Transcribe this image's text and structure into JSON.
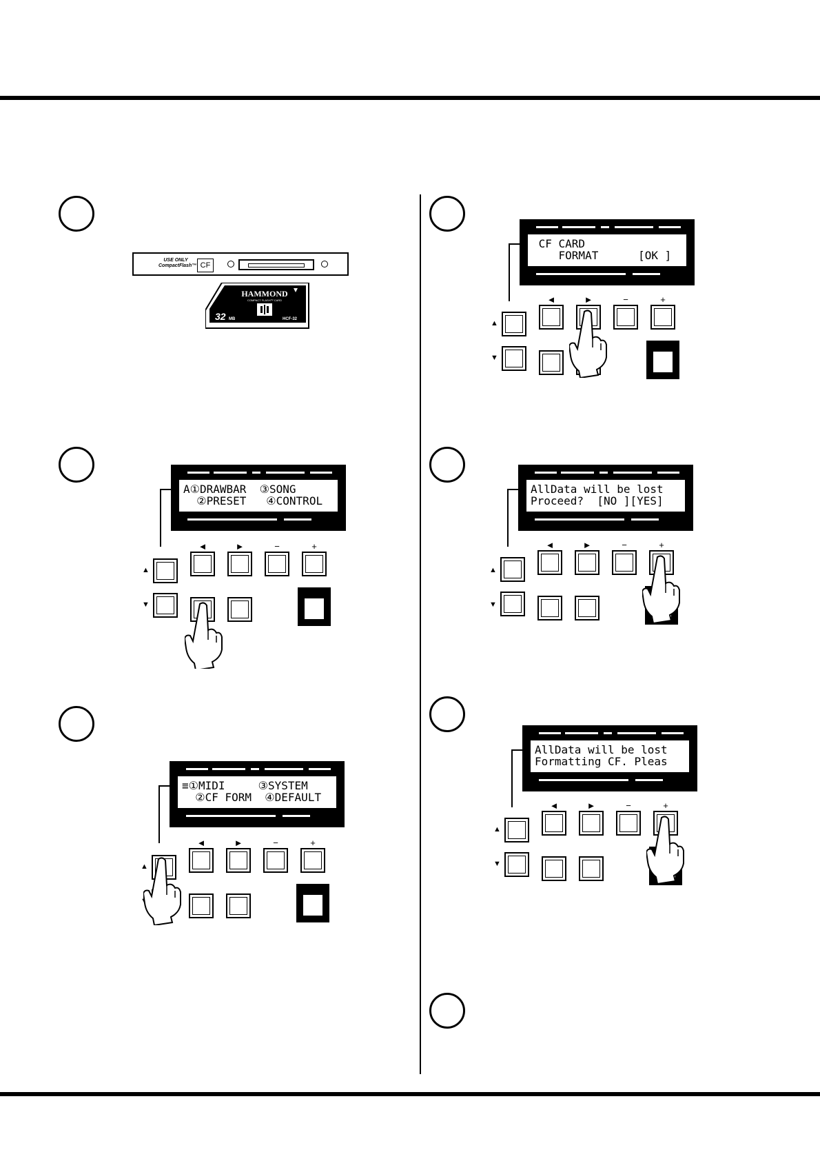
{
  "cf_slot": {
    "use_only_line1": "USE ONLY",
    "use_only_line2": "CompactFlash™",
    "cf_label": "CF"
  },
  "cf_card": {
    "brand": "HAMMOND",
    "subtitle": "COMPACT FLASH™ CARD",
    "capacity": "32",
    "capacity_unit": "MB",
    "model": "HCF-32"
  },
  "buttons": {
    "left": "◄",
    "right": "►",
    "minus": "−",
    "plus": "+",
    "up": "▲",
    "down": "▼"
  },
  "displays": {
    "step2": {
      "line1": "A①DRAWBAR  ③SONG",
      "line2": "  ②PRESET   ④CONTROL"
    },
    "step3": {
      "line1": "≡①MIDI     ③SYSTEM",
      "line2": "  ②CF FORM  ④DEFAULT"
    },
    "step4": {
      "line1": " CF CARD",
      "line2": "    FORMAT      [OK ]"
    },
    "step5": {
      "line1": "AllData will be lost",
      "line2": "Proceed?  [NO ][YES]"
    },
    "step6": {
      "line1": "AllData will be lost",
      "line2": "Formatting CF. Pleas"
    }
  }
}
